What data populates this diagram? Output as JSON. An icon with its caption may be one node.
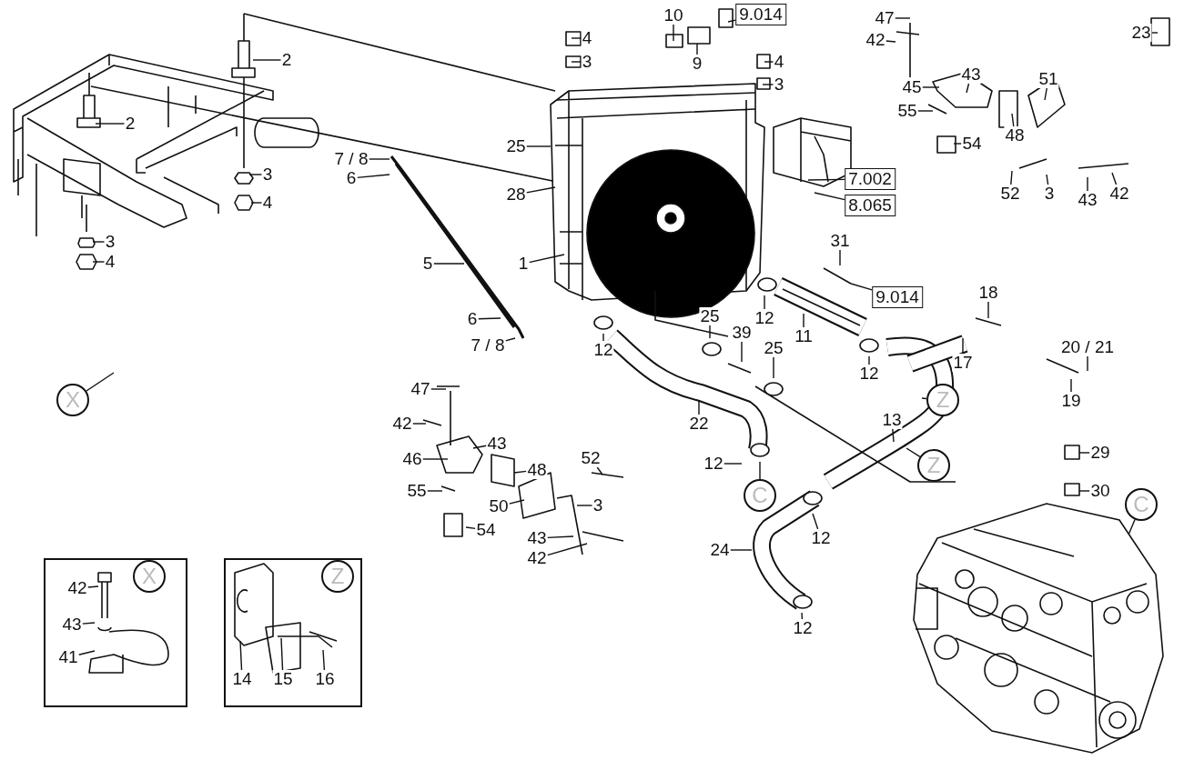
{
  "diagram": {
    "nodes": [
      {
        "text": [
          "10"
        ]
      },
      {
        "text": [
          "9.014"
        ]
      },
      {
        "text": [
          "47"
        ]
      },
      {
        "text": [
          "23"
        ]
      },
      {
        "text": [
          "4"
        ]
      },
      {
        "text": [
          "42"
        ]
      },
      {
        "text": [
          "2"
        ]
      },
      {
        "text": [
          "3"
        ]
      },
      {
        "text": [
          "4"
        ]
      },
      {
        "text": [
          "9"
        ]
      },
      {
        "text": [
          "43"
        ]
      },
      {
        "text": [
          "51"
        ]
      },
      {
        "text": [
          "3"
        ]
      },
      {
        "text": [
          "45"
        ]
      },
      {
        "text": [
          "55"
        ]
      },
      {
        "text": [
          "2"
        ]
      },
      {
        "text": [
          "48"
        ]
      },
      {
        "text": [
          "54"
        ]
      },
      {
        "text": [
          "25"
        ]
      },
      {
        "text": [
          "7 / 8"
        ]
      },
      {
        "text": [
          "3"
        ]
      },
      {
        "text": [
          "6"
        ]
      },
      {
        "text": [
          "7.002"
        ]
      },
      {
        "text": [
          "52"
        ]
      },
      {
        "text": [
          "3"
        ]
      },
      {
        "text": [
          "28"
        ]
      },
      {
        "text": [
          "42"
        ]
      },
      {
        "text": [
          "43"
        ]
      },
      {
        "text": [
          "4"
        ]
      },
      {
        "text": [
          "8.065"
        ]
      },
      {
        "text": [
          "31"
        ]
      },
      {
        "text": [
          "3"
        ]
      },
      {
        "text": [
          "4"
        ]
      },
      {
        "text": [
          "1"
        ]
      },
      {
        "text": [
          "5"
        ]
      },
      {
        "text": [
          "18"
        ]
      },
      {
        "text": [
          "9.014"
        ]
      },
      {
        "text": [
          "12"
        ]
      },
      {
        "text": [
          "25"
        ]
      },
      {
        "text": [
          "6"
        ]
      },
      {
        "text": [
          "39"
        ]
      },
      {
        "text": [
          "11"
        ]
      },
      {
        "text": [
          "7 / 8"
        ]
      },
      {
        "text": [
          "20 / 21"
        ]
      },
      {
        "text": [
          "25"
        ]
      },
      {
        "text": [
          "12"
        ]
      },
      {
        "text": [
          "17"
        ]
      },
      {
        "text": [
          "12"
        ]
      },
      {
        "text": [
          "47"
        ]
      },
      {
        "text": [
          "19"
        ]
      },
      {
        "text": [
          "X"
        ]
      },
      {
        "text": [
          "Z"
        ]
      },
      {
        "text": [
          "13"
        ]
      },
      {
        "text": [
          "42"
        ]
      },
      {
        "text": [
          "22"
        ]
      },
      {
        "text": [
          "43"
        ]
      },
      {
        "text": [
          "29"
        ]
      },
      {
        "text": [
          "46"
        ]
      },
      {
        "text": [
          "52"
        ]
      },
      {
        "text": [
          "12"
        ]
      },
      {
        "text": [
          "Z"
        ]
      },
      {
        "text": [
          "48"
        ]
      },
      {
        "text": [
          "C"
        ]
      },
      {
        "text": [
          "30"
        ]
      },
      {
        "text": [
          "55"
        ]
      },
      {
        "text": [
          "C"
        ]
      },
      {
        "text": [
          "3"
        ]
      },
      {
        "text": [
          "50"
        ]
      },
      {
        "text": [
          "54"
        ]
      },
      {
        "text": [
          "43"
        ]
      },
      {
        "text": [
          "12"
        ]
      },
      {
        "text": [
          "24"
        ]
      },
      {
        "text": [
          "42"
        ]
      },
      {
        "text": [],
        "shape": "box"
      },
      {
        "text": [
          "X"
        ],
        "in": 73
      },
      {
        "text": [
          "42"
        ],
        "in": 73
      },
      {
        "text": [
          "43"
        ],
        "in": 73
      },
      {
        "text": [
          "41"
        ],
        "in": 73
      },
      {
        "text": [],
        "shape": "box"
      },
      {
        "text": [
          "Z"
        ],
        "in": 78
      },
      {
        "text": [
          "14"
        ],
        "in": 78
      },
      {
        "text": [
          "15"
        ],
        "in": 78
      },
      {
        "text": [
          "16"
        ],
        "in": 78
      },
      {
        "text": [
          "12"
        ]
      },
      {
        "text": [],
        "shape": "picture"
      }
    ],
    "edges": [
      {
        "from": 0,
        "to": null,
        "arrow": "none"
      },
      {
        "from": 1,
        "to": null,
        "arrow": "none"
      },
      {
        "from": 2,
        "to": null,
        "arrow": "none"
      },
      {
        "from": 3,
        "to": null,
        "arrow": "none"
      },
      {
        "from": 4,
        "to": null,
        "arrow": "none"
      },
      {
        "from": 5,
        "to": null,
        "arrow": "none"
      },
      {
        "from": 6,
        "to": null,
        "arrow": "none"
      },
      {
        "from": 7,
        "to": null,
        "arrow": "none"
      },
      {
        "from": 8,
        "to": null,
        "arrow": "none"
      },
      {
        "from": 9,
        "to": null,
        "arrow": "none"
      },
      {
        "from": 10,
        "to": null,
        "arrow": "none"
      },
      {
        "from": 11,
        "to": null,
        "arrow": "none"
      },
      {
        "from": 12,
        "to": null,
        "arrow": "none"
      },
      {
        "from": 13,
        "to": null,
        "arrow": "none"
      },
      {
        "from": 14,
        "to": null,
        "arrow": "none"
      },
      {
        "from": 15,
        "to": null,
        "arrow": "none"
      },
      {
        "from": 16,
        "to": null,
        "arrow": "none"
      },
      {
        "from": 17,
        "to": null,
        "arrow": "none"
      },
      {
        "from": 18,
        "to": null,
        "arrow": "none"
      },
      {
        "from": 19,
        "to": null,
        "arrow": "none"
      },
      {
        "from": 20,
        "to": null,
        "arrow": "none"
      },
      {
        "from": 21,
        "to": null,
        "arrow": "none"
      },
      {
        "from": 22,
        "to": null,
        "arrow": "none"
      },
      {
        "from": 23,
        "to": null,
        "arrow": "none"
      },
      {
        "from": 24,
        "to": null,
        "arrow": "none"
      },
      {
        "from": 25,
        "to": null,
        "arrow": "none"
      },
      {
        "from": 26,
        "to": null,
        "arrow": "none"
      },
      {
        "from": 27,
        "to": null,
        "arrow": "none"
      },
      {
        "from": 28,
        "to": null,
        "arrow": "none"
      },
      {
        "from": 29,
        "to": null,
        "arrow": "none"
      },
      {
        "from": 30,
        "to": null,
        "arrow": "none"
      },
      {
        "from": 31,
        "to": null,
        "arrow": "none"
      },
      {
        "from": 32,
        "to": null,
        "arrow": "none"
      },
      {
        "from": 33,
        "to": null,
        "arrow": "none"
      },
      {
        "from": 34,
        "to": null,
        "arrow": "none"
      },
      {
        "from": 35,
        "to": null,
        "arrow": "none"
      },
      {
        "from": 36,
        "to": null,
        "arrow": "none"
      },
      {
        "from": 37,
        "to": null,
        "arrow": "none"
      },
      {
        "from": 38,
        "to": null,
        "arrow": "none"
      },
      {
        "from": 39,
        "to": null,
        "arrow": "none"
      },
      {
        "from": 40,
        "to": null,
        "arrow": "none"
      },
      {
        "from": 41,
        "to": null,
        "arrow": "none"
      },
      {
        "from": 42,
        "to": null,
        "arrow": "none"
      },
      {
        "from": 43,
        "to": null,
        "arrow": "none"
      },
      {
        "from": 44,
        "to": null,
        "arrow": "none"
      },
      {
        "from": 45,
        "to": null,
        "arrow": "none"
      },
      {
        "from": 46,
        "to": null,
        "arrow": "none"
      },
      {
        "from": 47,
        "to": null,
        "arrow": "none"
      },
      {
        "from": 48,
        "to": null,
        "arrow": "none"
      },
      {
        "from": 49,
        "to": null,
        "arrow": "none"
      },
      {
        "from": 50,
        "to": null,
        "arrow": "none"
      },
      {
        "from": 51,
        "to": null,
        "arrow": "none"
      },
      {
        "from": 52,
        "to": null,
        "arrow": "none"
      },
      {
        "from": 53,
        "to": null,
        "arrow": "none"
      },
      {
        "from": 54,
        "to": null,
        "arrow": "none"
      },
      {
        "from": 55,
        "to": null,
        "arrow": "none"
      },
      {
        "from": 56,
        "to": null,
        "arrow": "none"
      },
      {
        "from": 57,
        "to": null,
        "arrow": "none"
      },
      {
        "from": 58,
        "to": null,
        "arrow": "none"
      },
      {
        "from": 59,
        "to": null,
        "arrow": "none"
      },
      {
        "from": 60,
        "to": null,
        "arrow": "none"
      },
      {
        "from": 61,
        "to": null,
        "arrow": "none"
      },
      {
        "from": 62,
        "to": null,
        "arrow": "none"
      },
      {
        "from": 63,
        "to": null,
        "arrow": "none"
      },
      {
        "from": 64,
        "to": null,
        "arrow": "none"
      },
      {
        "from": 65,
        "to": 84,
        "arrow": "none"
      },
      {
        "from": 66,
        "to": null,
        "arrow": "none"
      },
      {
        "from": 67,
        "to": null,
        "arrow": "none"
      },
      {
        "from": 68,
        "to": null,
        "arrow": "none"
      },
      {
        "from": 69,
        "to": null,
        "arrow": "none"
      },
      {
        "from": 70,
        "to": null,
        "arrow": "none"
      },
      {
        "from": 71,
        "to": null,
        "arrow": "none"
      },
      {
        "from": 72,
        "to": null,
        "arrow": "none"
      },
      {
        "from": 75,
        "to": null,
        "arrow": "none"
      },
      {
        "from": 76,
        "to": null,
        "arrow": "none"
      },
      {
        "from": 77,
        "to": null,
        "arrow": "none"
      },
      {
        "from": 80,
        "to": null,
        "arrow": "none"
      },
      {
        "from": 81,
        "to": null,
        "arrow": "none"
      },
      {
        "from": 82,
        "to": null,
        "arrow": "none"
      },
      {
        "from": 83,
        "to": null,
        "arrow": "none"
      }
    ]
  }
}
